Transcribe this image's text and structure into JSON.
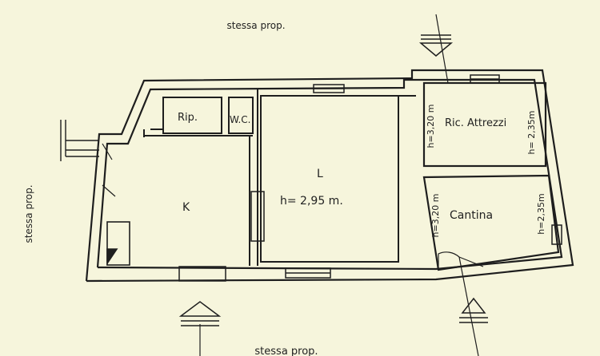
{
  "labels": {
    "top": "stessa prop.",
    "left": "stessa prop.",
    "bottom": "stessa prop."
  },
  "rooms": {
    "rip": "Rip.",
    "wc": "W.C.",
    "k": "K",
    "l": "L",
    "l_height": "h= 2,95 m.",
    "ric": "Ric. Attrezzi",
    "ric_h1": "h=3,20 m",
    "ric_h2": "h= 2,35m",
    "cantina": "Cantina",
    "cantina_h1": "h=3,20 m",
    "cantina_h2": "h=2,35m"
  },
  "colors": {
    "background": "#f6f5dc",
    "ink": "#1e1e1e"
  }
}
